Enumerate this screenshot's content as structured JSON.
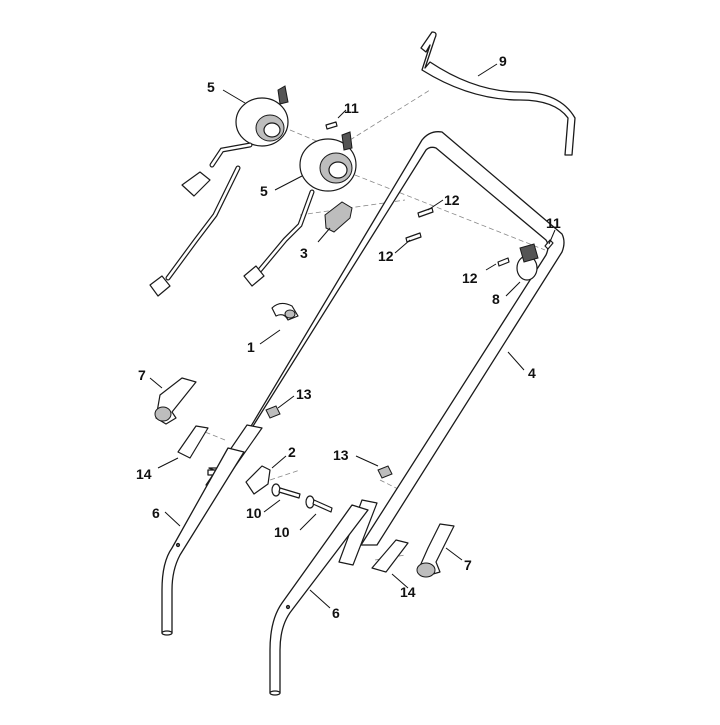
{
  "diagram": {
    "labels": {
      "p1": "1",
      "p2": "2",
      "p3": "3",
      "p4": "4",
      "p5a": "5",
      "p5b": "5",
      "p6a": "6",
      "p6b": "6",
      "p7a": "7",
      "p7b": "7",
      "p8": "8",
      "p9": "9",
      "p10a": "10",
      "p10b": "10",
      "p11a": "11",
      "p11b": "11",
      "p12a": "12",
      "p12b": "12",
      "p12c": "12",
      "p13a": "13",
      "p13b": "13",
      "p14a": "14",
      "p14b": "14"
    }
  }
}
